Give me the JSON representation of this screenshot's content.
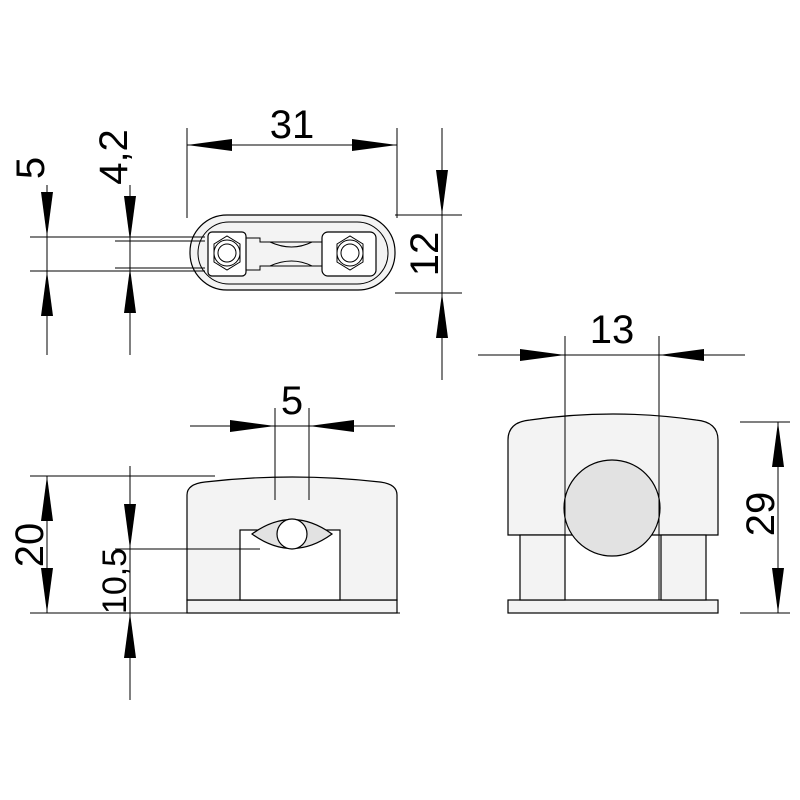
{
  "dimensions": {
    "top_width": "31",
    "top_height": "12",
    "left_5": "5",
    "left_42": "4,2",
    "slot_width": "5",
    "front_height": "20",
    "center_height": "10,5",
    "side_width": "13",
    "side_height": "29"
  }
}
